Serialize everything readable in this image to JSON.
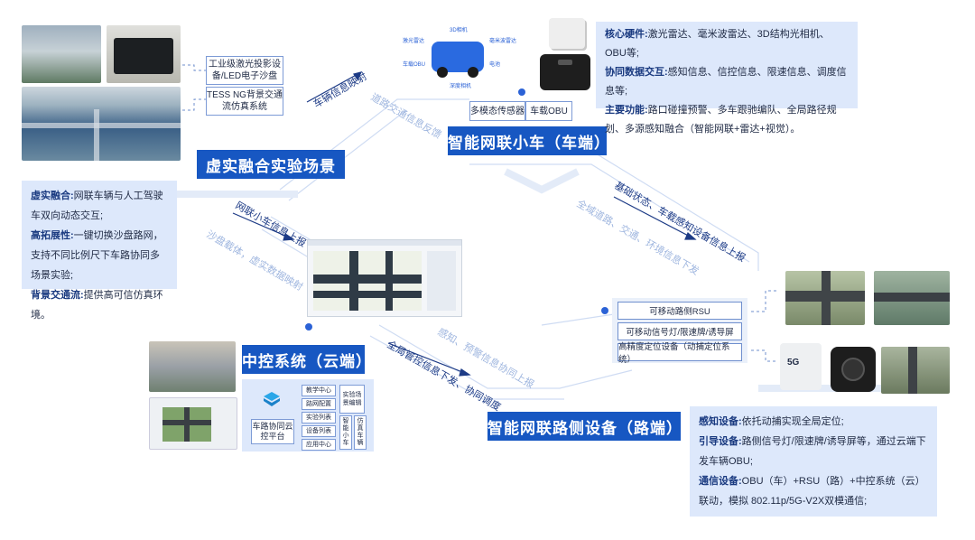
{
  "scenario": {
    "title": "虚实融合实验场景",
    "box_projection": "工业级激光投影设备/LED电子沙盘",
    "box_tess": "TESS NG背景交通流仿真系统",
    "info": [
      {
        "label": "虚实融合:",
        "text": "网联车辆与人工驾驶车双向动态交互;"
      },
      {
        "label": "高拓展性:",
        "text": "一键切换沙盘路网，支持不同比例尺下车路协同多场景实验;"
      },
      {
        "label": "背景交通流:",
        "text": "提供高可信仿真环境。"
      }
    ]
  },
  "vehicle": {
    "title": "智能网联小车（车端）",
    "box_sensor": "多模态传感器",
    "box_obu": "车载OBU",
    "info": [
      {
        "label": "核心硬件:",
        "text": "激光雷达、毫米波雷达、3D结构光相机、OBU等;"
      },
      {
        "label": "协同数据交互:",
        "text": "感知信息、信控信息、限速信息、调度信息等;"
      },
      {
        "label": "主要功能:",
        "text": "路口碰撞预警、多车跟驰编队、全局路径规划、多源感知融合（智能网联+雷达+视觉）。"
      }
    ]
  },
  "control": {
    "title": "中控系统（云端）",
    "platform": "车路协同云控平台",
    "menu": [
      "教学中心",
      "路网配置",
      "实验列表",
      "设备列表",
      "应用中心"
    ],
    "col1": "实验场景编辑",
    "col2": "智能小车",
    "col3": "仿真车辆"
  },
  "roadside": {
    "title": "智能网联路侧设备（路端）",
    "boxes": [
      "可移动路侧RSU",
      "可移动信号灯/限速牌/诱导屏",
      "高精度定位设备（动捕定位系统）"
    ],
    "info": [
      {
        "label": "感知设备:",
        "text": "依托动捕实现全局定位;"
      },
      {
        "label": "引导设备:",
        "text": "路侧信号灯/限速牌/诱导屏等，通过云端下发车辆OBU;"
      },
      {
        "label": "通信设备:",
        "text": "OBU（车）+RSU（路）+中控系统（云）联动，模拟 802.11p/5G-V2X双模通信;"
      }
    ]
  },
  "flows": {
    "vehicle_map": "车辆信息映射",
    "traffic_feedback": "道路交通信息反馈",
    "base_status": "基础状态、车载感知设备信息上报",
    "full_info": "全域道路、交通、环境信息下发",
    "car_report": "网联小车信息上报",
    "sandbox": "沙盘载体，虚实数据映射",
    "global_control": "全局管控信息下发、协同调度",
    "perception": "感知、预警信息协同上报"
  },
  "vehicle_diagram": {
    "labels": [
      "激光雷达",
      "毫米波雷达",
      "3D相机",
      "车载OBU",
      "电池",
      "深度相机"
    ]
  },
  "colors": {
    "accent": "#1757c2",
    "panel": "#dde8fb",
    "line": "#c6d5ef"
  }
}
